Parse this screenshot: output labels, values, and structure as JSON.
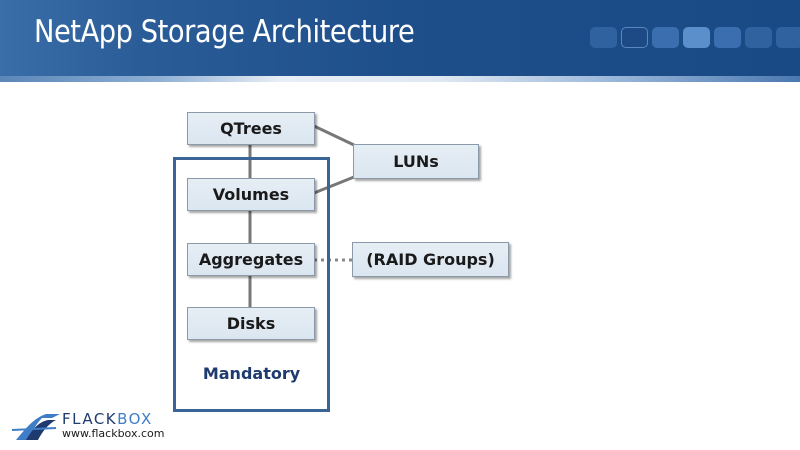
{
  "slide": {
    "title": "NetApp Storage Architecture"
  },
  "header_decor": {
    "squares": [
      "dim",
      "outline",
      "mid",
      "bright",
      "mid",
      "dim",
      "dim"
    ],
    "colors": {
      "header_bg": "#1e4f8a",
      "frame": "#3a6496",
      "mandatory_text": "#1f3a6e",
      "node_fill": "#dbe6f0"
    }
  },
  "diagram": {
    "nodes": {
      "qtrees": "QTrees",
      "volumes": "Volumes",
      "aggregates": "Aggregates",
      "disks": "Disks",
      "luns": "LUNs",
      "raid_groups": "(RAID Groups)"
    },
    "group_label": "Mandatory",
    "edges": [
      {
        "from": "QTrees",
        "to": "Volumes",
        "style": "solid"
      },
      {
        "from": "Volumes",
        "to": "Aggregates",
        "style": "solid"
      },
      {
        "from": "Aggregates",
        "to": "Disks",
        "style": "solid"
      },
      {
        "from": "QTrees",
        "to": "LUNs",
        "style": "solid"
      },
      {
        "from": "Volumes",
        "to": "LUNs",
        "style": "solid"
      },
      {
        "from": "Aggregates",
        "to": "(RAID Groups)",
        "style": "dotted"
      }
    ]
  },
  "branding": {
    "logo_text_main": "FLACK",
    "logo_text_accent": "BOX",
    "url": "www.flackbox.com"
  }
}
